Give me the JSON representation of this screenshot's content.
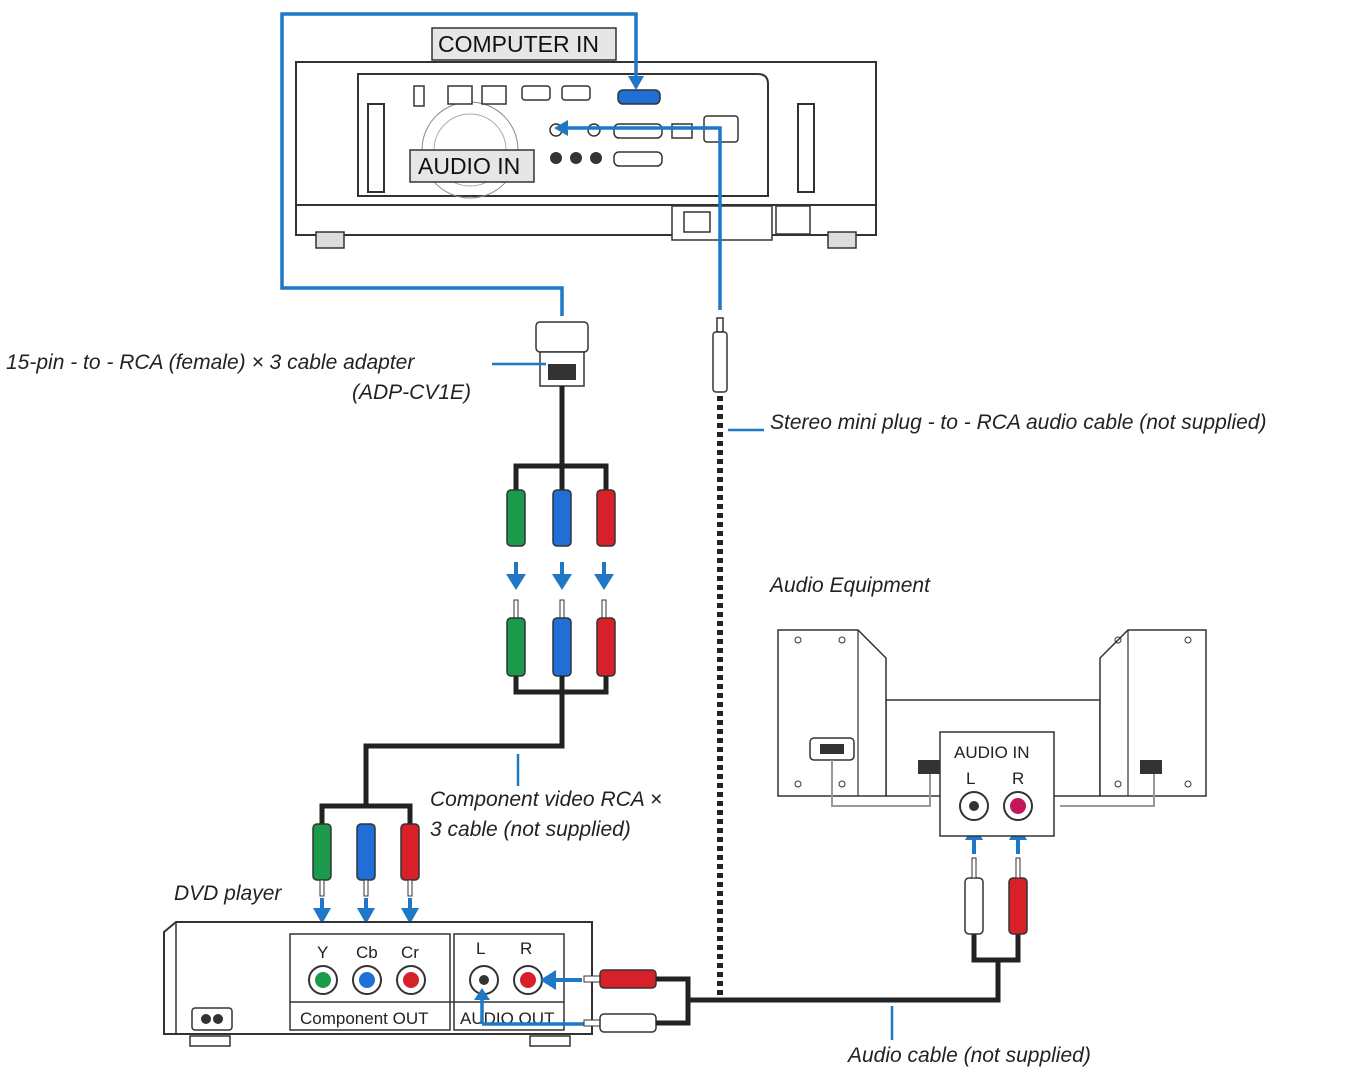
{
  "labels": {
    "computer_in": "COMPUTER IN",
    "audio_in_projector": "AUDIO IN",
    "adapter_line1": "15-pin - to - RCA (female) × 3 cable adapter",
    "adapter_line2": "(ADP-CV1E)",
    "stereo_cable": "Stereo mini plug - to - RCA audio cable (not supplied)",
    "audio_equipment": "Audio Equipment",
    "audio_in_equipment": "AUDIO IN",
    "audio_in_l": "L",
    "audio_in_r": "R",
    "component_cable_line1": "Component video RCA ×",
    "component_cable_line2": "3 cable (not supplied)",
    "dvd_player": "DVD player",
    "dvd_y": "Y",
    "dvd_cb": "Cb",
    "dvd_cr": "Cr",
    "dvd_l": "L",
    "dvd_r": "R",
    "component_out": "Component OUT",
    "audio_out": "AUDIO OUT",
    "audio_cable": "Audio cable (not supplied)"
  },
  "colors": {
    "cable_blue": "#1f77c8",
    "plug_green": "#1a9a4a",
    "plug_blue": "#1f6fd6",
    "plug_red": "#d8202a",
    "outline": "#333333"
  }
}
